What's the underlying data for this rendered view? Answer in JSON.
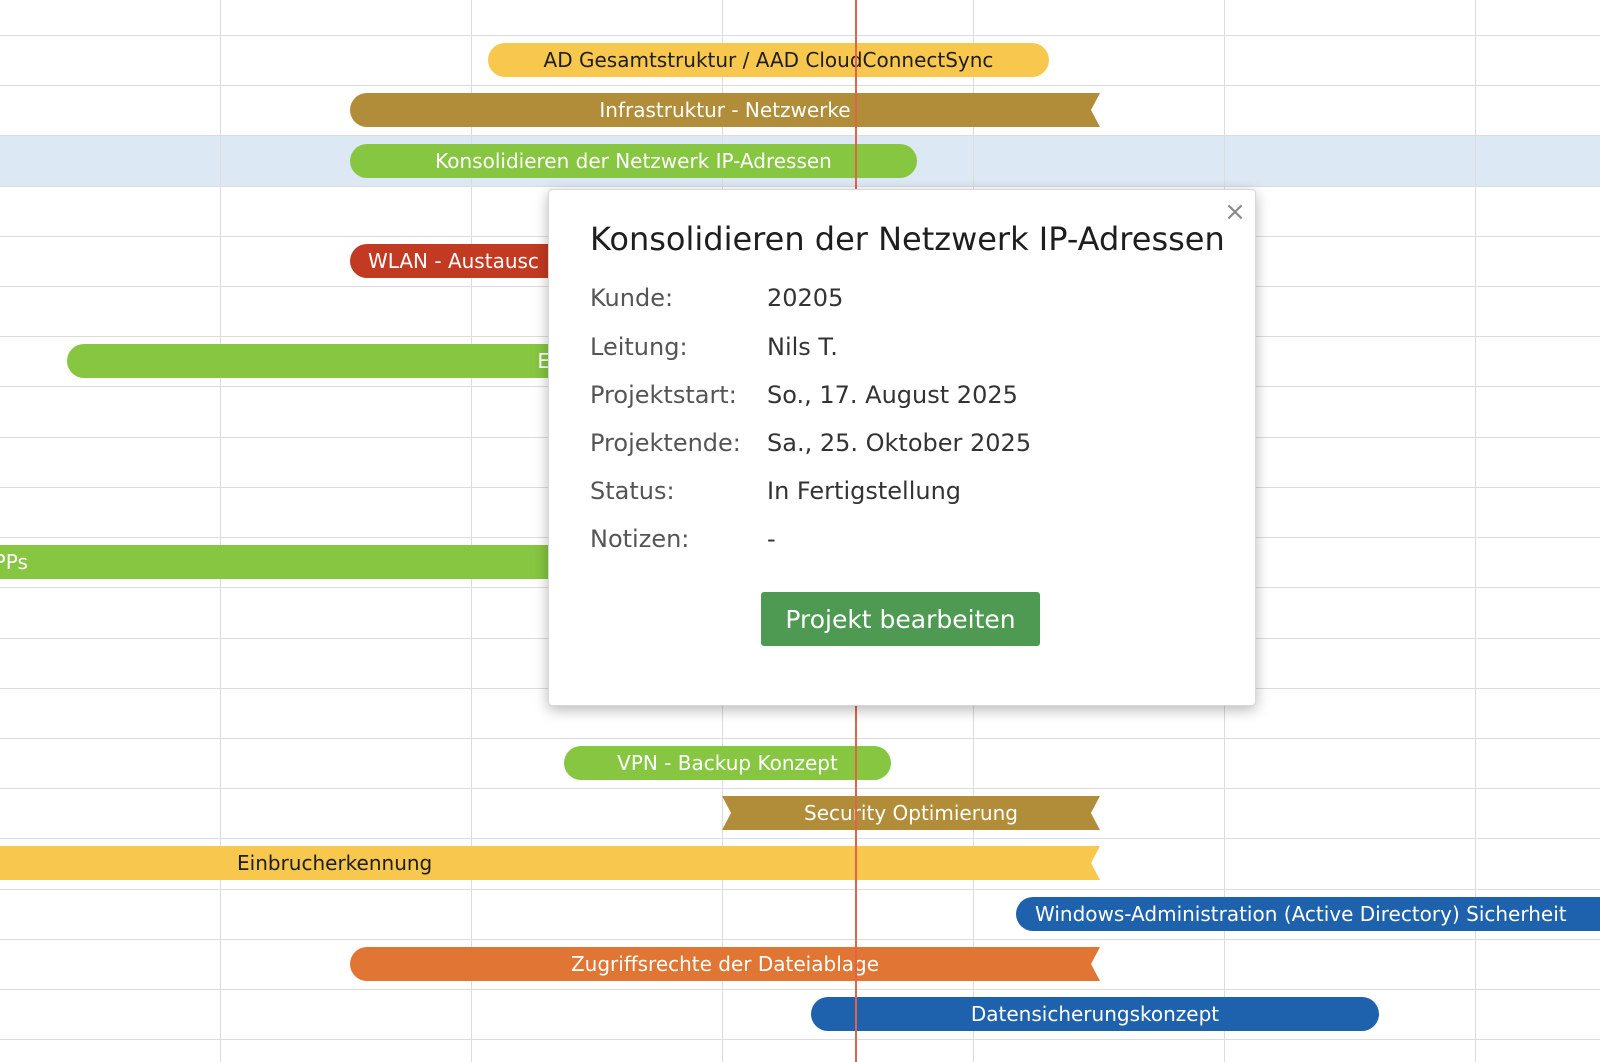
{
  "colors": {
    "yellow": "#f8c74d",
    "gold": "#b18c39",
    "green": "#86c640",
    "red": "#c23a21",
    "blue": "#1e61ad",
    "orange": "#e07534",
    "button_green": "#4e9a52",
    "today_line": "#e0644a"
  },
  "bars": [
    {
      "label": "AD Gesamtstruktur / AAD CloudConnectSync",
      "color": "#f8c74d",
      "text_color": "#1e1e1e"
    },
    {
      "label": "Infrastruktur - Netzwerke",
      "color": "#b18c39",
      "text_color": "#ffffff"
    },
    {
      "label": "Konsolidieren der Netzwerk IP-Adressen",
      "color": "#86c640",
      "text_color": "#ffffff"
    },
    {
      "label": "WLAN - Austausc",
      "color": "#c23a21",
      "text_color": "#ffffff"
    },
    {
      "label": "E",
      "color": "#86c640",
      "text_color": "#ffffff"
    },
    {
      "label": "APPs",
      "color": "#86c640",
      "text_color": "#ffffff"
    },
    {
      "label": "VPN - Backup Konzept",
      "color": "#86c640",
      "text_color": "#ffffff"
    },
    {
      "label": "Security Optimierung",
      "color": "#b18c39",
      "text_color": "#ffffff"
    },
    {
      "label": "Einbrucherkennung",
      "color": "#f8c74d",
      "text_color": "#1e1e1e"
    },
    {
      "label": "Windows-Administration (Active Directory) Sicherheit",
      "color": "#1e61ad",
      "text_color": "#ffffff"
    },
    {
      "label": "Zugriffsrechte der Dateiablage",
      "color": "#e07534",
      "text_color": "#ffffff"
    },
    {
      "label": "Datensicherungskonzept",
      "color": "#1e61ad",
      "text_color": "#ffffff"
    }
  ],
  "popup": {
    "title": "Konsolidieren der Netzwerk IP-Adressen",
    "close_icon": "×",
    "fields": [
      {
        "label": "Kunde:",
        "value": "20205"
      },
      {
        "label": "Leitung:",
        "value": "Nils T."
      },
      {
        "label": "Projektstart:",
        "value": "So., 17. August 2025"
      },
      {
        "label": "Projektende:",
        "value": "Sa., 25. Oktober 2025"
      },
      {
        "label": "Status:",
        "value": "In Fertigstellung"
      },
      {
        "label": "Notizen:",
        "value": "-"
      }
    ],
    "edit_button": "Projekt bearbeiten"
  }
}
